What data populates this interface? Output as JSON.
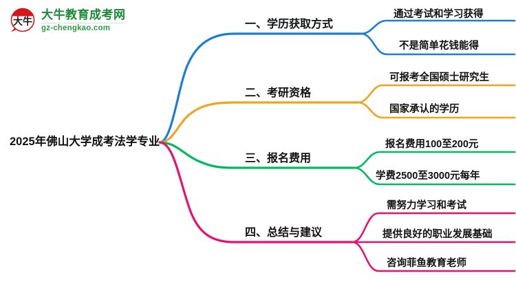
{
  "logo": {
    "name": "大牛教育成考网",
    "url": "gz-chengkao.com",
    "mark_text": "大牛",
    "brand_color": "#1a8a34",
    "mark_color": "#d4171c"
  },
  "mindmap": {
    "root": {
      "label": "2025年佛山大学成考法学专业"
    },
    "branches": [
      {
        "label": "一、学历获取方式",
        "color": "#1a7fd4",
        "children": [
          {
            "label": "通过考试和学习获得"
          },
          {
            "label": "不是简单花钱能得"
          }
        ]
      },
      {
        "label": "二、考研资格",
        "color": "#f0a31e",
        "children": [
          {
            "label": "可报考全国硕士研究生"
          },
          {
            "label": "国家承认的学历"
          }
        ]
      },
      {
        "label": "三、报名费用",
        "color": "#00bb5e",
        "children": [
          {
            "label": "报名费用100至200元"
          },
          {
            "label": "学费2500至3000元每年"
          }
        ]
      },
      {
        "label": "四、总结与建议",
        "color": "#e8126e",
        "children": [
          {
            "label": "需努力学习和考试"
          },
          {
            "label": "提供良好的职业发展基础"
          },
          {
            "label": "咨询菲鱼教育老师"
          }
        ]
      }
    ]
  }
}
